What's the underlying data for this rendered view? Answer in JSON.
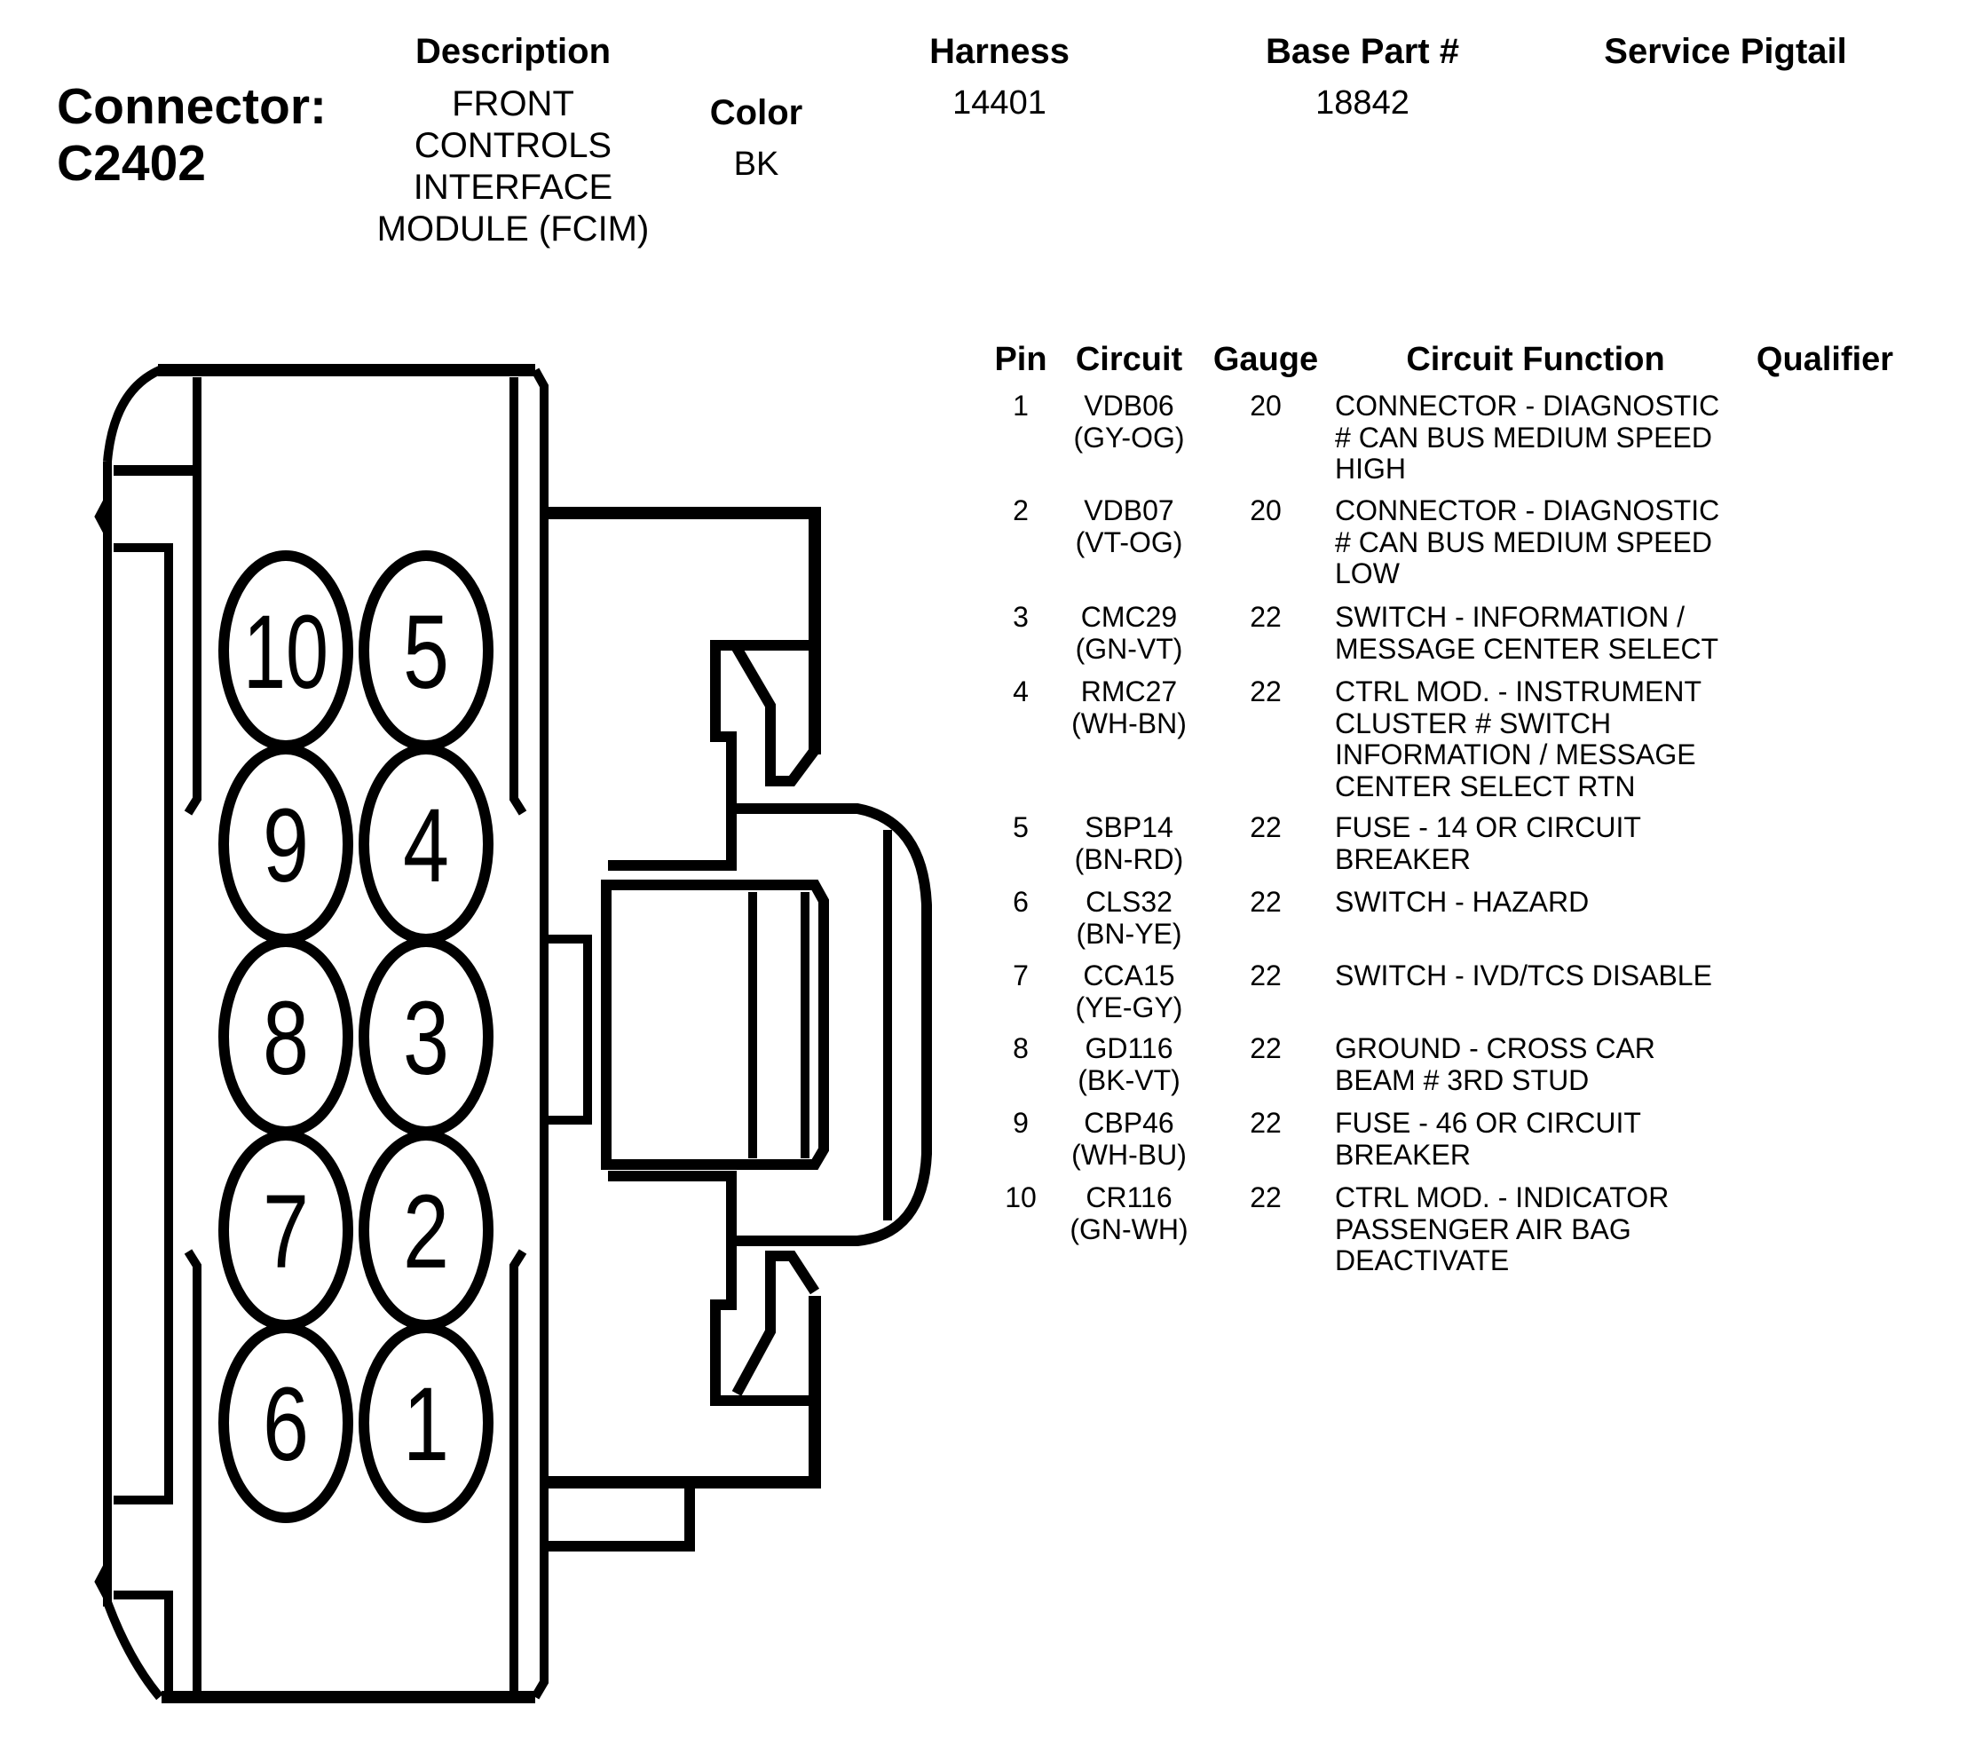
{
  "connector": {
    "label": "Connector:",
    "id": "C2402"
  },
  "header": {
    "description_label": "Description",
    "description_lines": [
      "FRONT",
      "CONTROLS",
      "INTERFACE",
      "MODULE (FCIM)"
    ],
    "color_label": "Color",
    "color_value": "BK",
    "harness_label": "Harness",
    "harness_value": "14401",
    "base_part_label": "Base Part #",
    "base_part_value": "18842",
    "service_pigtail_label": "Service Pigtail",
    "service_pigtail_value": ""
  },
  "table": {
    "columns": {
      "pin": "Pin",
      "circuit": "Circuit",
      "gauge": "Gauge",
      "function": "Circuit Function",
      "qualifier": "Qualifier"
    },
    "rows": [
      {
        "pin": "1",
        "circuit": "VDB06",
        "wire_color": "(GY-OG)",
        "gauge": "20",
        "function": [
          "CONNECTOR - DIAGNOSTIC",
          "# CAN BUS MEDIUM SPEED",
          "HIGH"
        ],
        "qualifier": ""
      },
      {
        "pin": "2",
        "circuit": "VDB07",
        "wire_color": "(VT-OG)",
        "gauge": "20",
        "function": [
          "CONNECTOR - DIAGNOSTIC",
          "# CAN BUS MEDIUM SPEED",
          "LOW"
        ],
        "qualifier": ""
      },
      {
        "pin": "3",
        "circuit": "CMC29",
        "wire_color": "(GN-VT)",
        "gauge": "22",
        "function": [
          "SWITCH - INFORMATION /",
          "MESSAGE CENTER SELECT"
        ],
        "qualifier": ""
      },
      {
        "pin": "4",
        "circuit": "RMC27",
        "wire_color": "(WH-BN)",
        "gauge": "22",
        "function": [
          "CTRL MOD. - INSTRUMENT",
          "CLUSTER # SWITCH",
          "INFORMATION / MESSAGE",
          "CENTER SELECT RTN"
        ],
        "qualifier": ""
      },
      {
        "pin": "5",
        "circuit": "SBP14",
        "wire_color": "(BN-RD)",
        "gauge": "22",
        "function": [
          "FUSE - 14 OR CIRCUIT",
          "BREAKER"
        ],
        "qualifier": ""
      },
      {
        "pin": "6",
        "circuit": "CLS32",
        "wire_color": "(BN-YE)",
        "gauge": "22",
        "function": [
          "SWITCH - HAZARD"
        ],
        "qualifier": ""
      },
      {
        "pin": "7",
        "circuit": "CCA15",
        "wire_color": "(YE-GY)",
        "gauge": "22",
        "function": [
          "SWITCH - IVD/TCS DISABLE"
        ],
        "qualifier": ""
      },
      {
        "pin": "8",
        "circuit": "GD116",
        "wire_color": "(BK-VT)",
        "gauge": "22",
        "function": [
          "GROUND - CROSS CAR",
          "BEAM # 3RD STUD"
        ],
        "qualifier": ""
      },
      {
        "pin": "9",
        "circuit": "CBP46",
        "wire_color": "(WH-BU)",
        "gauge": "22",
        "function": [
          "FUSE - 46 OR CIRCUIT",
          "BREAKER"
        ],
        "qualifier": ""
      },
      {
        "pin": "10",
        "circuit": "CR116",
        "wire_color": "(GN-WH)",
        "gauge": "22",
        "function": [
          "CTRL MOD. - INDICATOR",
          "PASSENGER AIR BAG",
          "DEACTIVATE"
        ],
        "qualifier": ""
      }
    ]
  },
  "diagram": {
    "cavity_layout": [
      [
        "10",
        "5"
      ],
      [
        "9",
        "4"
      ],
      [
        "8",
        "3"
      ],
      [
        "7",
        "2"
      ],
      [
        "6",
        "1"
      ]
    ],
    "stroke_color": "#000000",
    "fill_color": "#ffffff"
  }
}
